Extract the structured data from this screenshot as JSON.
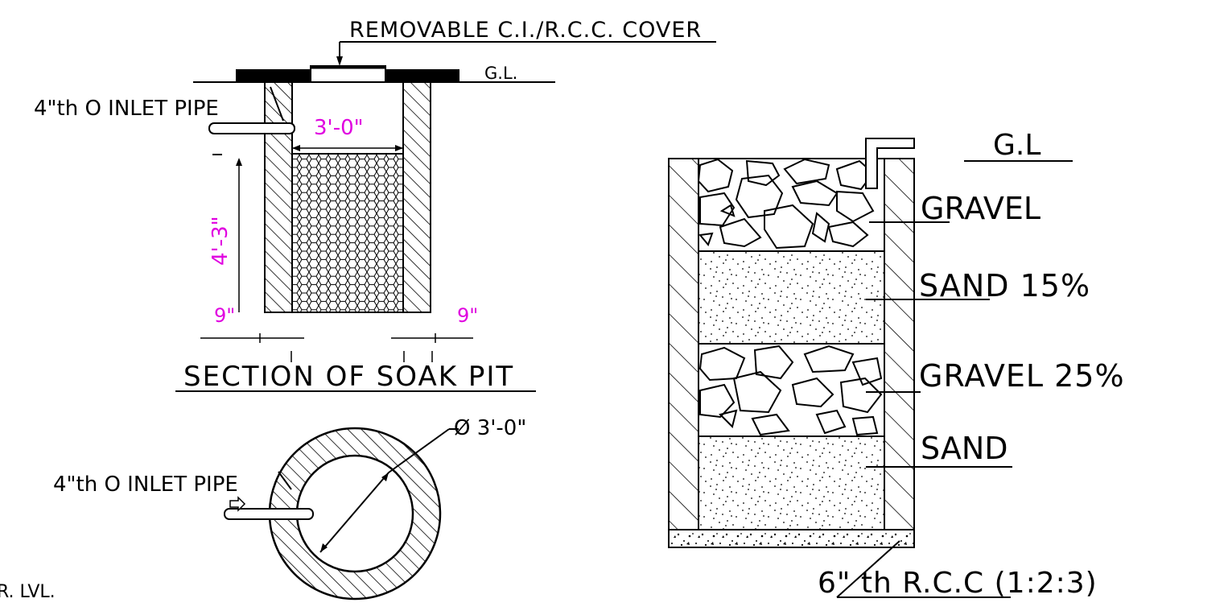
{
  "colors": {
    "ink": "#000000",
    "dimension": "#e000e0",
    "background": "#ffffff"
  },
  "section": {
    "cover_label": "REMOVABLE C.I./R.C.C. COVER",
    "ground_level": "G.L.",
    "inlet_pipe": "4\"th O INLET PIPE",
    "inner_width": "3'-0\"",
    "depth": "4'-3\"",
    "wall_left": "9\"",
    "wall_right": "9\"",
    "title": "SECTION OF SOAK PIT"
  },
  "plan": {
    "diameter": "Ø 3'-0\"",
    "inlet_pipe": "4\"th O INLET PIPE",
    "partial_label": "R. LVL."
  },
  "layers": {
    "ground_level": "G.L",
    "gravel": "GRAVEL",
    "sand_15": "SAND 15%",
    "gravel_25": "GRAVEL 25%",
    "sand": "SAND",
    "base": "6\" th R.C.C (1:2:3)"
  }
}
